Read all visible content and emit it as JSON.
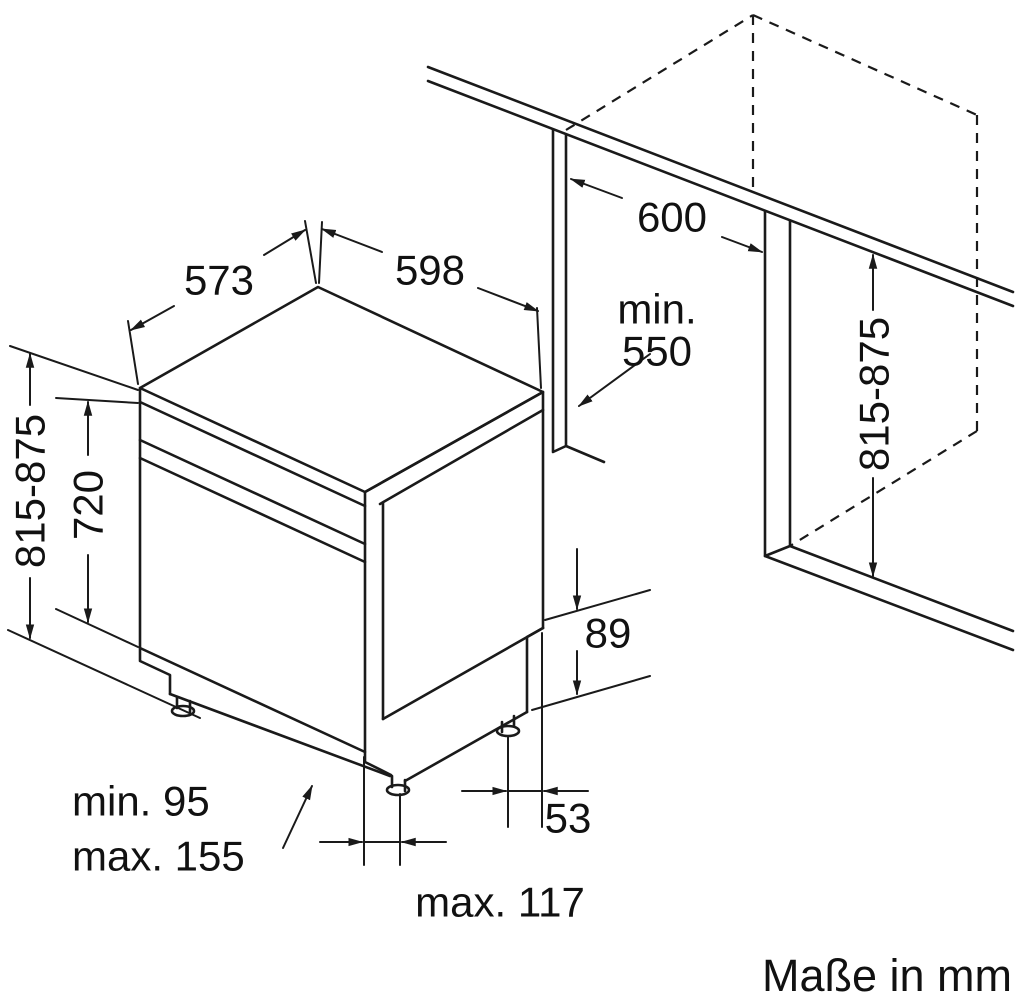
{
  "meta": {
    "caption": "Maße in mm"
  },
  "labels": {
    "top_depth": "573",
    "top_width": "598",
    "front_height": "720",
    "overall_height_left": "815-875",
    "niche_width": "600",
    "niche_depth_prefix": "min.",
    "niche_depth_value": "550",
    "niche_height_right": "815-875",
    "base_step_height": "89",
    "rear_foot_distance": "53",
    "feet_min": "min. 95",
    "feet_max": "max. 155",
    "plinth_depth_max": "max. 117"
  },
  "colors": {
    "line": "#1a1a1a",
    "text": "#111111",
    "background": "#ffffff"
  }
}
